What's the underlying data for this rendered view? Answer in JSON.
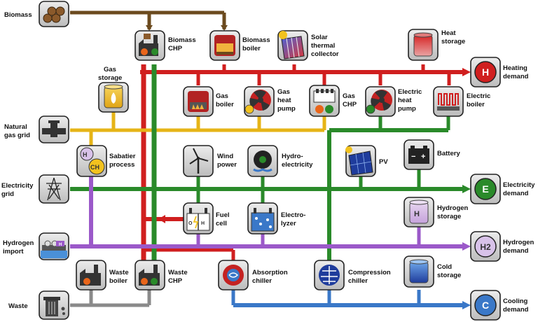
{
  "colors": {
    "heat": "#d01f1f",
    "gas": "#e6b417",
    "electricity": "#2a8a2a",
    "hydrogen": "#9b59c9",
    "cooling": "#3a78c8",
    "biomass": "#6b4a1e",
    "waste": "#8a8a8a",
    "node_fill": "#d6d6d6"
  },
  "sources": {
    "biomass": "Biomass",
    "natural_gas_grid": [
      "Natural",
      "gas grid"
    ],
    "electricity_grid": [
      "Electricity",
      "grid"
    ],
    "hydrogen_import": [
      "Hydrogen",
      "import"
    ],
    "waste": "Waste"
  },
  "converters": {
    "biomass_chp": [
      "Biomass",
      "CHP"
    ],
    "biomass_boiler": [
      "Biomass",
      "boiler"
    ],
    "solar_thermal_collector": [
      "Solar",
      "thermal",
      "collector"
    ],
    "gas_storage": [
      "Gas",
      "storage"
    ],
    "gas_boiler": [
      "Gas",
      "boiler"
    ],
    "gas_heat_pump": [
      "Gas",
      "heat",
      "pump"
    ],
    "gas_chp": [
      "Gas",
      "CHP"
    ],
    "electric_heat_pump": [
      "Electric",
      "heat",
      "pump"
    ],
    "electric_boiler": [
      "Electric",
      "boiler"
    ],
    "heat_storage": [
      "Heat",
      "storage"
    ],
    "sabatier_process": [
      "Sabatier",
      "process"
    ],
    "wind_power": [
      "Wind",
      "power"
    ],
    "hydroelectricity": [
      "Hydro-",
      "electricity"
    ],
    "pv": "PV",
    "battery": "Battery",
    "fuel_cell": [
      "Fuel",
      "cell"
    ],
    "electrolyzer": [
      "Electro-",
      "lyzer"
    ],
    "hydrogen_storage": [
      "Hydrogen",
      "storage"
    ],
    "waste_boiler": [
      "Waste",
      "boiler"
    ],
    "waste_chp": [
      "Waste",
      "CHP"
    ],
    "absorption_chiller": [
      "Absorption",
      "chiller"
    ],
    "compression_chiller": [
      "Compression",
      "chiller"
    ],
    "cold_storage": [
      "Cold",
      "storage"
    ]
  },
  "demands": {
    "heating": {
      "letter": "H",
      "label": [
        "Heating",
        "demand"
      ]
    },
    "electricity": {
      "letter": "E",
      "label": [
        "Electricity",
        "demand"
      ]
    },
    "hydrogen": {
      "letter": "H2",
      "label": [
        "Hydrogen",
        "demand"
      ]
    },
    "cooling": {
      "letter": "C",
      "label": [
        "Cooling",
        "demand"
      ]
    }
  },
  "icon_text": {
    "h2": "H",
    "h2_sub": "2",
    "ch4": "CH",
    "ch4_sub": "4",
    "o2": "O",
    "o2_sub": "2",
    "plus": "+",
    "minus": "−"
  }
}
